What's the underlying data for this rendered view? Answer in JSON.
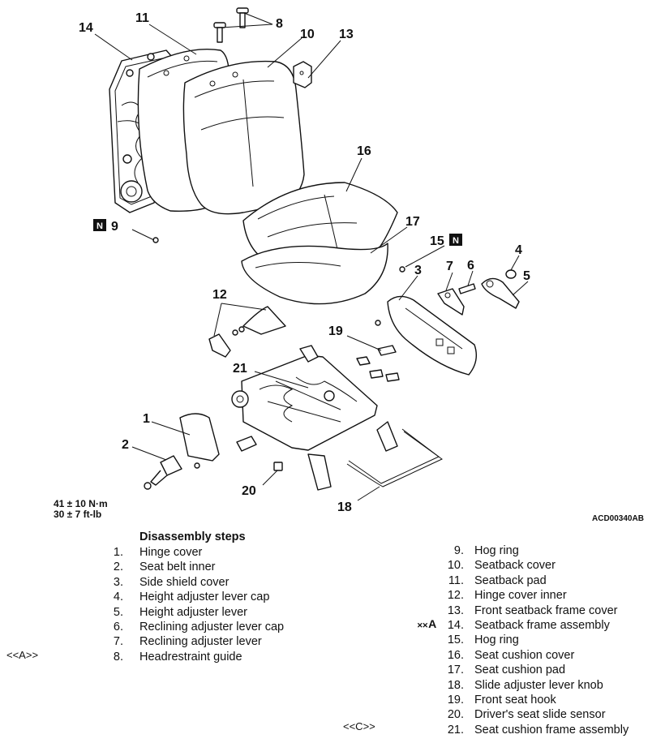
{
  "diagram": {
    "figure_code": "ACD00340AB",
    "callouts": {
      "c1": "1",
      "c2": "2",
      "c3": "3",
      "c4": "4",
      "c5": "5",
      "c6": "6",
      "c7": "7",
      "c8": "8",
      "c9": "9",
      "c10": "10",
      "c11": "11",
      "c12": "12",
      "c13": "13",
      "c14": "14",
      "c15": "15",
      "c16": "16",
      "c17": "17",
      "c18": "18",
      "c19": "19",
      "c20": "20",
      "c21": "21"
    },
    "n_marker": "N",
    "torque": {
      "metric": "41 ± 10 N·m",
      "imperial": "30 ± 7 ft-lb"
    }
  },
  "disassembly": {
    "heading": "Disassembly steps",
    "left_steps": [
      {
        "num": "1.",
        "label": "Hinge cover"
      },
      {
        "num": "2.",
        "label": "Seat belt inner"
      },
      {
        "num": "3.",
        "label": "Side shield cover"
      },
      {
        "num": "4.",
        "label": "Height adjuster lever cap"
      },
      {
        "num": "5.",
        "label": "Height adjuster lever"
      },
      {
        "num": "6.",
        "label": "Reclining adjuster lever cap"
      },
      {
        "num": "7.",
        "label": "Reclining adjuster lever"
      },
      {
        "num": "8.",
        "label": "Headrestraint guide"
      }
    ],
    "right_steps": [
      {
        "num": "9.",
        "label": "Hog ring"
      },
      {
        "num": "10.",
        "label": "Seatback cover"
      },
      {
        "num": "11.",
        "label": "Seatback pad"
      },
      {
        "num": "12.",
        "label": "Hinge cover inner"
      },
      {
        "num": "13.",
        "label": "Front seatback frame cover"
      },
      {
        "num": "14.",
        "label": "Seatback frame assembly"
      },
      {
        "num": "15.",
        "label": "Hog ring"
      },
      {
        "num": "16.",
        "label": "Seat cushion cover"
      },
      {
        "num": "17.",
        "label": "Seat cushion pad"
      },
      {
        "num": "18.",
        "label": "Slide adjuster lever knob"
      },
      {
        "num": "19.",
        "label": "Front seat hook"
      },
      {
        "num": "20.",
        "label": "Driver's seat slide sensor"
      },
      {
        "num": "21.",
        "label": "Seat cushion frame assembly"
      }
    ],
    "note_a": "<<A>>",
    "note_c": "<<C>>",
    "step14_mark_icon": "✕✕",
    "step14_mark": "A"
  }
}
